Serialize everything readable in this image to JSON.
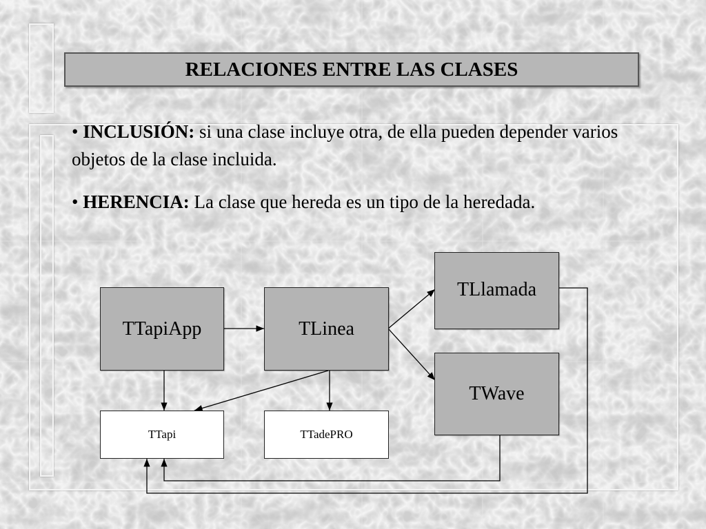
{
  "slide": {
    "title": "RELACIONES ENTRE LAS CLASES",
    "bullets": [
      {
        "marker": "•",
        "term": "INCLUSIÓN:",
        "text": "si una clase incluye otra, de ella pueden depender varios objetos de la clase incluida."
      },
      {
        "marker": "•",
        "term": "HERENCIA:",
        "text": "La clase que hereda es un tipo de la heredada."
      }
    ]
  },
  "diagram": {
    "nodes": {
      "ttapiapp": "TTapiApp",
      "tlinea": "TLinea",
      "tllamada": "TLlamada",
      "twave": "TWave",
      "ttapi": "TTapi",
      "ttadepro": "TTadePRO"
    },
    "colors": {
      "box_fill": "#b4b4b4",
      "leaf_fill": "#ffffff",
      "line": "#000000",
      "title_fill": "#b7b7b7"
    }
  }
}
